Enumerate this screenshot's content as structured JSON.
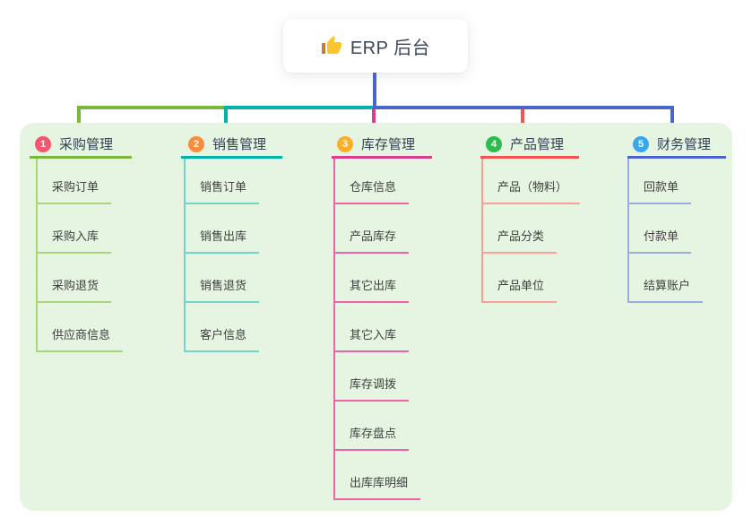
{
  "root": {
    "label": "ERP 后台",
    "icon": "thumbs-up-icon"
  },
  "colors": {
    "canvas_bg": "#ffffff",
    "panel_bg": "#e5f5e1",
    "root_connector_blue": "#4a66cc",
    "root_text": "#3a4559",
    "item_text": "#404040"
  },
  "branches": [
    {
      "index": "1",
      "label": "采购管理",
      "badge_color": "#f4566e",
      "line_color": "#7ab83c",
      "sub_line_color": "#a9d47e",
      "children": [
        "采购订单",
        "采购入库",
        "采购退货",
        "供应商信息"
      ]
    },
    {
      "index": "2",
      "label": "销售管理",
      "badge_color": "#fb8c3c",
      "line_color": "#00b2a9",
      "sub_line_color": "#72d5c9",
      "children": [
        "销售订单",
        "销售出库",
        "销售退货",
        "客户信息"
      ]
    },
    {
      "index": "3",
      "label": "库存管理",
      "badge_color": "#ffae27",
      "line_color": "#dd3a92",
      "sub_line_color": "#ec63a8",
      "children": [
        "仓库信息",
        "产品库存",
        "其它出库",
        "其它入库",
        "库存调拨",
        "库存盘点",
        "出库库明细"
      ]
    },
    {
      "index": "4",
      "label": "产品管理",
      "badge_color": "#2dbd4e",
      "line_color": "#f4534f",
      "sub_line_color": "#f9a09b",
      "children": [
        "产品（物料）",
        "产品分类",
        "产品单位"
      ]
    },
    {
      "index": "5",
      "label": "财务管理",
      "badge_color": "#38a8ee",
      "line_color": "#4a66cc",
      "sub_line_color": "#98ade2",
      "children": [
        "回款单",
        "付款单",
        "结算账户"
      ]
    }
  ]
}
